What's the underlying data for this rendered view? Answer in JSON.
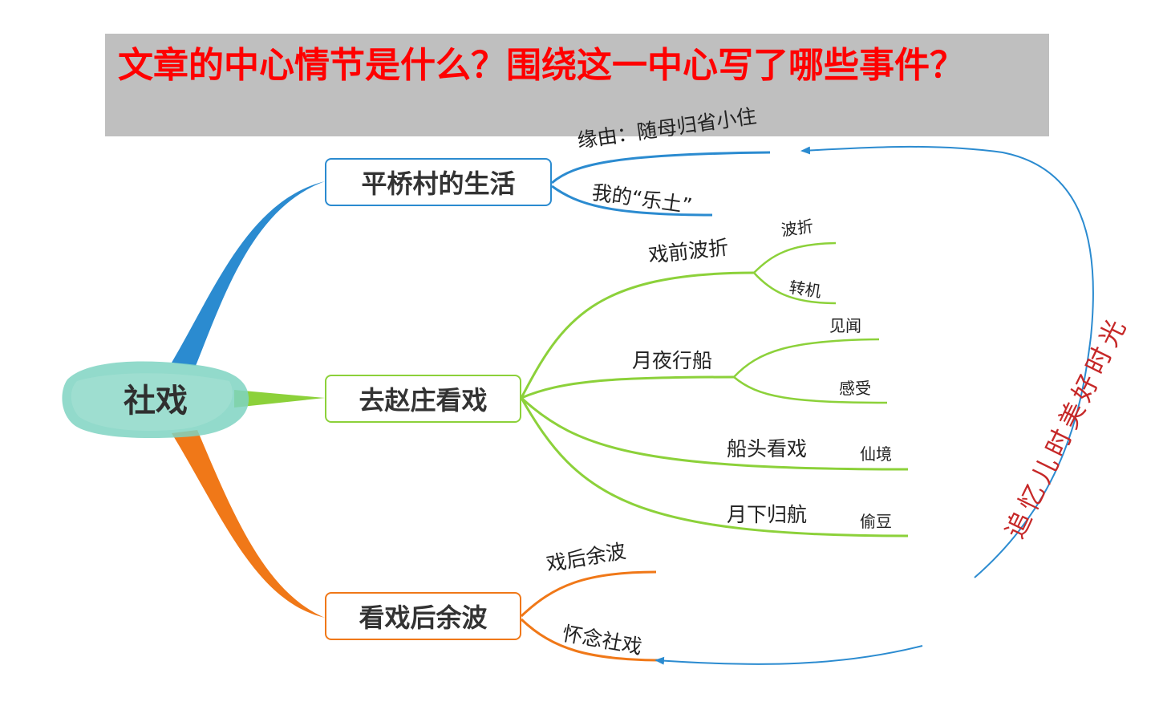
{
  "banner": {
    "title": "文章的中心情节是什么？围绕这一中心写了哪些事件？"
  },
  "root": {
    "label": "社戏"
  },
  "branches": [
    {
      "label": "平桥村的生活",
      "color": "#2b8bd0",
      "children": [
        {
          "label": "缘由：随母归省小住"
        },
        {
          "label": "我的“乐土”"
        }
      ]
    },
    {
      "label": "去赵庄看戏",
      "color": "#8cd13a",
      "children": [
        {
          "label": "戏前波折",
          "children": [
            {
              "label": "波折"
            },
            {
              "label": "转机"
            }
          ]
        },
        {
          "label": "月夜行船",
          "children": [
            {
              "label": "见闻"
            },
            {
              "label": "感受"
            }
          ]
        },
        {
          "label": "船头看戏",
          "children": [
            {
              "label": "仙境"
            }
          ]
        },
        {
          "label": "月下归航",
          "children": [
            {
              "label": "偷豆"
            }
          ]
        }
      ]
    },
    {
      "label": "看戏后余波",
      "color": "#f07818",
      "children": [
        {
          "label": "戏后余波"
        },
        {
          "label": "怀念社戏"
        }
      ]
    }
  ],
  "annotation": {
    "label": "追忆儿时美好时光",
    "text_color": "#c62828",
    "arrow_color": "#2b8bd0"
  },
  "colors": {
    "banner_bg": "#bfbfbf",
    "banner_text": "#ff0000",
    "root_blob": "#7fd3c2"
  }
}
